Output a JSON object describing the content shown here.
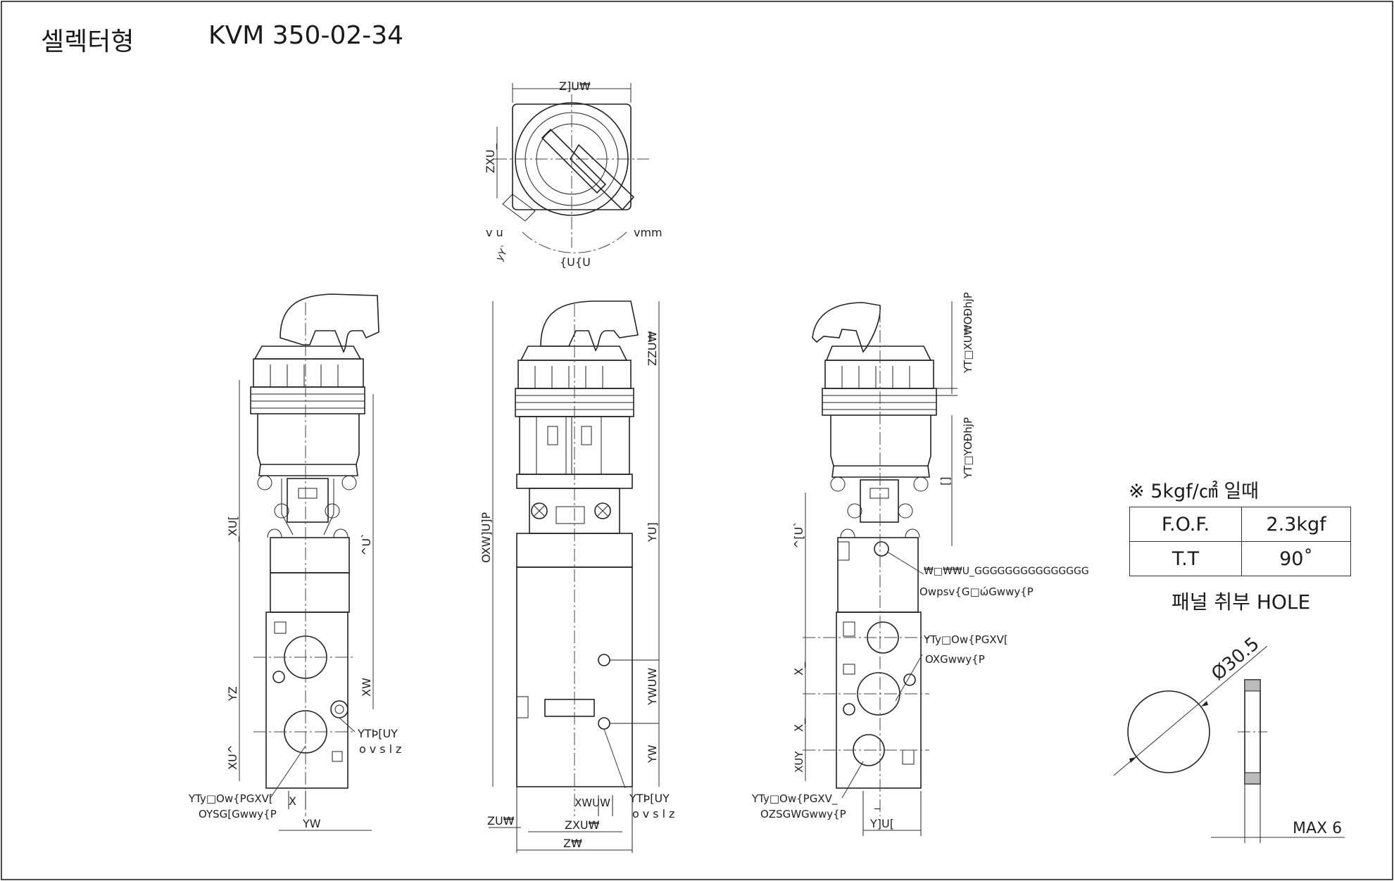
{
  "header": {
    "title_ko": "셀렉터형",
    "model": "KVM 350-02-34"
  },
  "top_view": {
    "dim_width": "Z]U₩",
    "dim_height": "ZXU_",
    "angle_left": "v u",
    "angle_right": "vmm",
    "angle_arc": "{U{U",
    "angle_small": "yY`"
  },
  "left_view": {
    "dim_total": "_XU[",
    "dim_stem": "^U`",
    "dim_port_pitch": "YZ",
    "dim_port_bottom": "XU^",
    "dim_side": "XW",
    "port_label": "YTÞ[UY",
    "port_label2": "ovslz",
    "port_thread": "YTy□Ow{PGXV[",
    "port_note": "OYSG[Gwwy{P",
    "dim_x": "X",
    "dim_yw": "YW"
  },
  "front_view": {
    "dim_total": "OXW]U]P",
    "dim_head": "ZZU₩",
    "dim_body": "YU]",
    "dim_mid": "YWUW",
    "dim_lower": "YW",
    "dim_bottom_a": "ZU₩",
    "dim_bottom_b": "ZXU₩",
    "dim_bottom_c": "Z₩",
    "dim_bottom_d": "XWUW",
    "port_label": "YTÞ[UY",
    "port_label2": "ovslz"
  },
  "right_view": {
    "dim_stem": "^[U`",
    "dim_top": "YT□XU₩OÐhjP",
    "dim_top2": "YT□YOÐhjP",
    "dim_gap": "[]",
    "dim_upper": "X_",
    "dim_lower": "X_",
    "dim_bottom": "XUY",
    "label_spring": "₩□₩₩U_GGGGGGGGGGGGGGG",
    "label_spring2": "Owpsv{G□ώGwwy{P",
    "port_thread": "YTy□Ow{PGXV[",
    "port_note": "OXGwwy{P",
    "port_thread_b": "YTy□Ow{PGXV_",
    "port_note_b": "OZSGWGwwy{P",
    "dim_bottom_w": "Y]U[",
    "dim_underscore": "_"
  },
  "spec": {
    "note": "※ 5kgf/㎠ 일때",
    "rows": [
      {
        "key": "F.O.F.",
        "value": "2.3kgf"
      },
      {
        "key": "T.T",
        "value": "90˚"
      }
    ]
  },
  "hole": {
    "title": "패널 취부 HOLE",
    "diameter": "Ø30.5",
    "thickness": "MAX 6"
  }
}
